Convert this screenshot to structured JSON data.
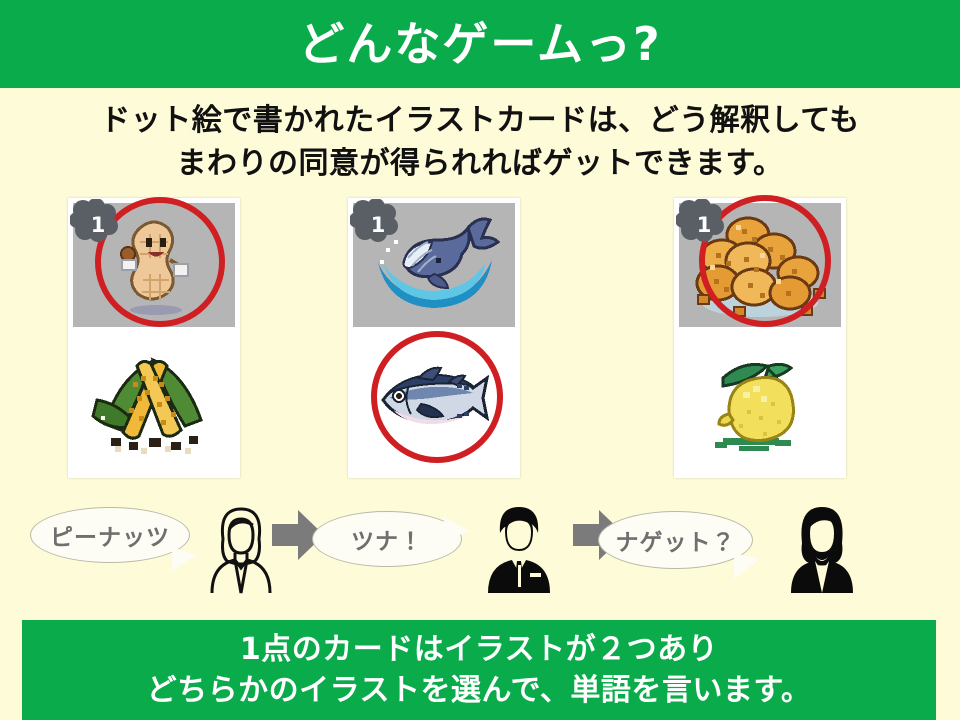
{
  "colors": {
    "brand_green": "#0aab4a",
    "page_background": "#fdfbd8",
    "ring_red": "#cf1f22",
    "arrow_gray": "#7b7b7b",
    "badge_gray": "#5a5f66",
    "card_art_background": "#b5b5b5",
    "bubble_text_gray": "#6f6f6f",
    "body_text": "#111111"
  },
  "header": {
    "title": "どんなゲームっ?"
  },
  "lead": {
    "line1": "ドット絵で書かれたイラストカードは、どう解釈しても",
    "line2": "まわりの同意が得られればゲットできます。"
  },
  "cards": [
    {
      "badge": "1",
      "badge_icon": "cloud-badge-icon",
      "top_art": "peanut-character-icon",
      "top_art_label": "ピーナッツ",
      "bottom_art": "corn-icon",
      "bottom_art_label": "とうもろこし",
      "selected": "top"
    },
    {
      "badge": "1",
      "badge_icon": "cloud-badge-icon",
      "top_art": "whale-icon",
      "top_art_label": "くじら",
      "bottom_art": "tuna-fish-icon",
      "bottom_art_label": "ツナ",
      "selected": "bottom"
    },
    {
      "badge": "1",
      "badge_icon": "cloud-badge-icon",
      "top_art": "fried-nuggets-icon",
      "top_art_label": "ナゲット",
      "bottom_art": "lemon-icon",
      "bottom_art_label": "レモン",
      "selected": "top"
    }
  ],
  "arrows": [
    {
      "icon": "arrow-right-icon"
    },
    {
      "icon": "arrow-right-icon"
    }
  ],
  "speeches": [
    {
      "text": "ピーナッツ",
      "avatar": "woman-outline-avatar-icon"
    },
    {
      "text": "ツナ！",
      "avatar": "businessman-avatar-icon"
    },
    {
      "text": "ナゲット？",
      "avatar": "businesswoman-avatar-icon"
    }
  ],
  "footer": {
    "line1": "1点のカードはイラストが２つあり",
    "line2": "どちらかのイラストを選んで、単語を言います。"
  }
}
